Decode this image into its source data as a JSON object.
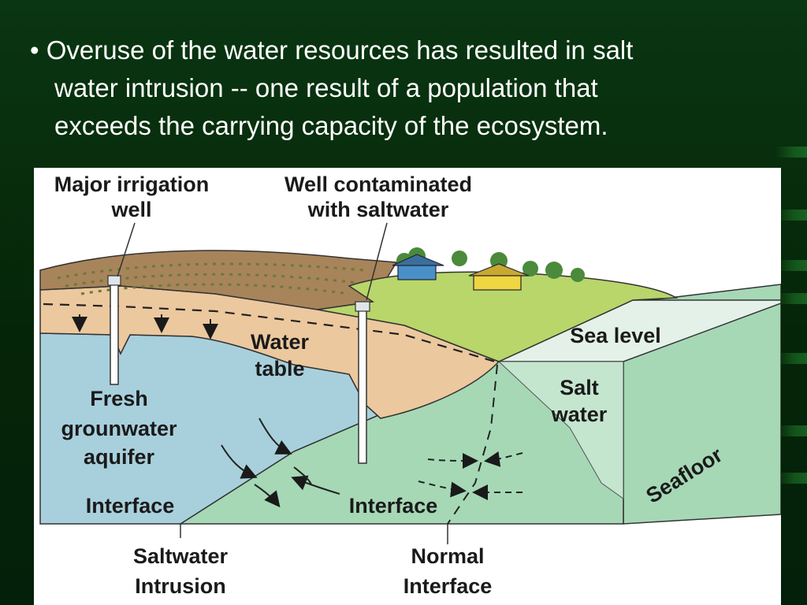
{
  "slide": {
    "bullet_symbol": "•",
    "bullet_lines": [
      "Overuse of the water resources has resulted in salt",
      "water intrusion -- one result of a population that",
      "exceeds the carrying capacity of the ecosystem."
    ]
  },
  "diagram": {
    "labels": {
      "major_irrigation_well_1": "Major irrigation",
      "major_irrigation_well_2": "well",
      "well_contaminated_1": "Well contaminated",
      "well_contaminated_2": "with saltwater",
      "water_table_1": "Water",
      "water_table_2": "table",
      "sea_level": "Sea level",
      "salt_water_1": "Salt",
      "salt_water_2": "water",
      "fresh_aquifer_1": "Fresh",
      "fresh_aquifer_2": "grounwater",
      "fresh_aquifer_3": "aquifer",
      "seafloor": "Seafloor",
      "interface_left": "Interface",
      "interface_center": "Interface",
      "saltwater_intrusion_1": "Saltwater",
      "saltwater_intrusion_2": "Intrusion",
      "normal_interface_1": "Normal",
      "normal_interface_2": "Interface"
    },
    "colors": {
      "fresh_water": "#a8d0dc",
      "salt_water": "#a6d8b6",
      "sand": "#ecc89e",
      "grass": "#b8d66a",
      "farmland": "#a8845a",
      "sea_surface": "#e4f1e8"
    }
  }
}
